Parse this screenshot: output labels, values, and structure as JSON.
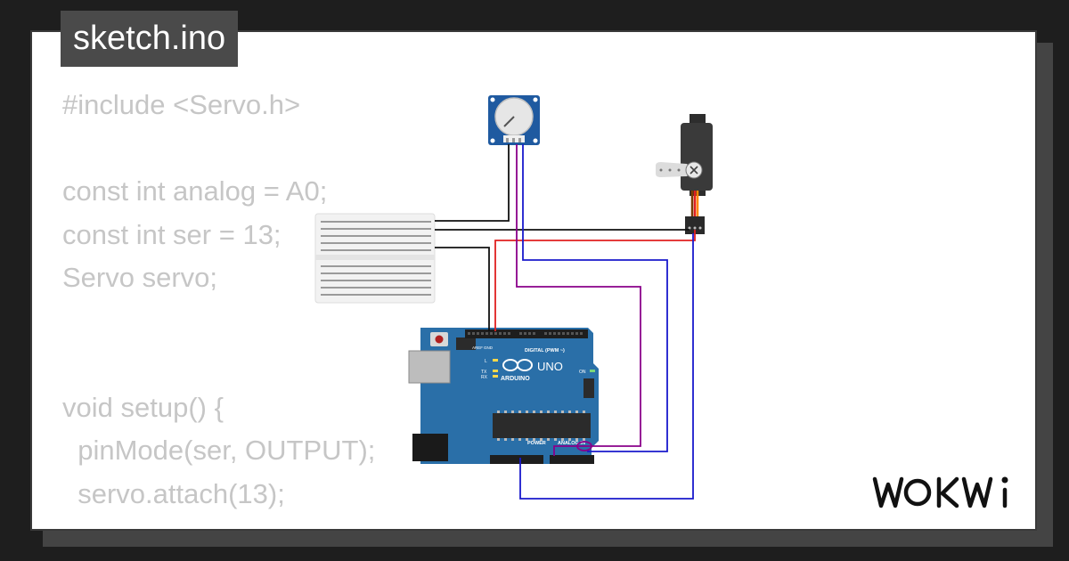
{
  "header": {
    "file_name": "sketch.ino"
  },
  "code": {
    "lines": [
      "#include <Servo.h>",
      "",
      "const int analog = A0;",
      "const int ser = 13;",
      "Servo servo;",
      "",
      "",
      "void setup() {",
      "  pinMode(ser, OUTPUT);",
      "  servo.attach(13);"
    ]
  },
  "board": {
    "brand": "UNO",
    "name": "ARDUINO",
    "digital_label": "DIGITAL (PWM ~)",
    "power_label": "POWER",
    "analog_label": "ANALOG IN",
    "aref": "AREF",
    "gnd": "GND",
    "l_led": "L",
    "tx_led": "TX",
    "rx_led": "RX",
    "on_led": "ON"
  },
  "colors": {
    "background": "#1e1e1e",
    "card": "#ffffff",
    "code_text": "#c6c6c6",
    "board": "#2a6fa8",
    "wire_red": "#e02020",
    "wire_blue": "#1a1acc",
    "wire_purple": "#8a008a",
    "wire_black": "#111111"
  },
  "icons": {
    "logo": "wokwi-logo",
    "arduino_logo": "infinity-icon"
  }
}
